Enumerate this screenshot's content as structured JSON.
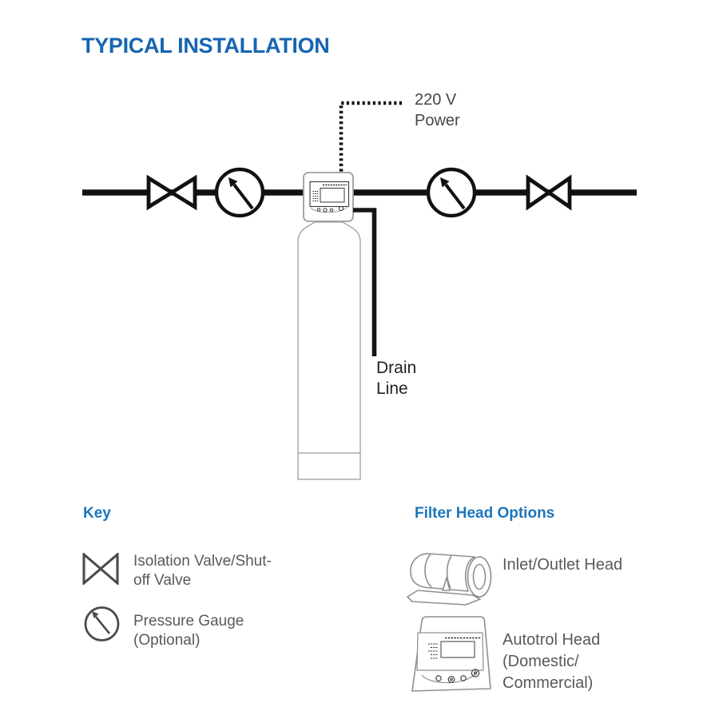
{
  "title": "TYPICAL INSTALLATION",
  "diagram": {
    "power_label": "220 V\nPower",
    "drain_label": "Drain\nLine"
  },
  "key": {
    "heading": "Key",
    "items": [
      {
        "icon": "isolation-valve-icon",
        "label": "Isolation Valve/Shut-\noff Valve"
      },
      {
        "icon": "pressure-gauge-icon",
        "label": "Pressure Gauge\n(Optional)"
      }
    ]
  },
  "filter_head_options": {
    "heading": "Filter Head Options",
    "items": [
      {
        "icon": "inlet-outlet-head-illustration",
        "label": "Inlet/Outlet Head"
      },
      {
        "icon": "autotrol-head-illustration",
        "label": "Autotrol Head\n(Domestic/\nCommercial)"
      }
    ]
  },
  "colors": {
    "title_blue": "#1565b1",
    "heading_blue": "#1c76bd",
    "diagram_ink": "#161616",
    "label_gray": "#58595b",
    "line_art_gray": "#8d8f92"
  }
}
